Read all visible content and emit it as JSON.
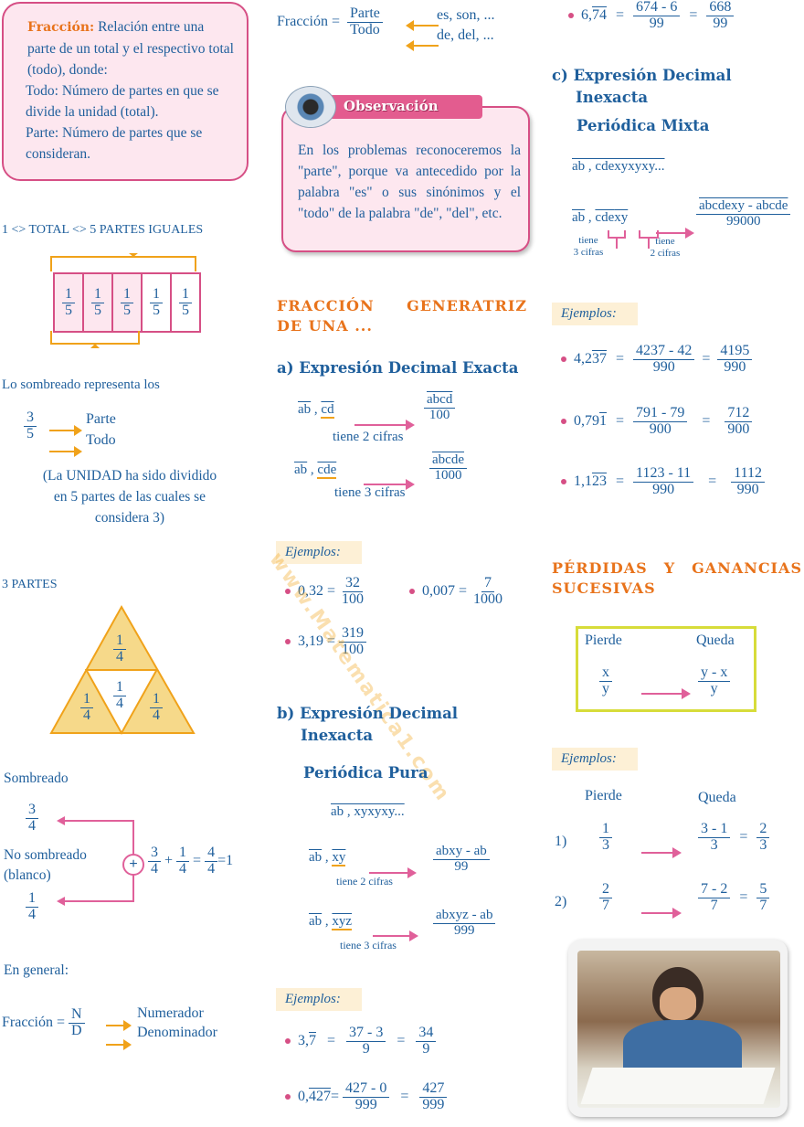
{
  "col1": {
    "definition": {
      "term": "Fracción:",
      "text": " Relación entre una parte de un total y el respectivo total (todo), donde:",
      "todo": "Todo: Número de partes en que se divide la unidad (total).",
      "parte": "Parte: Número de partes que se consideran."
    },
    "total_line": "1 <> TOTAL <> 5 PARTES IGUALES",
    "fifth": {
      "num": "1",
      "den": "5"
    },
    "shaded_caption": "Lo sombreado representa los",
    "shaded_frac": {
      "num": "3",
      "den": "5"
    },
    "parte_label": "Parte",
    "todo_label": "Todo",
    "unidad_note": "(La UNIDAD ha sido dividido en 5 partes de las cuales se considera 3)",
    "tres_partes": "3 PARTES",
    "quarter": {
      "num": "1",
      "den": "4"
    },
    "sombreado": "Sombreado",
    "no_sombreado": "No sombreado (blanco)",
    "sum": {
      "a_num": "3",
      "a_den": "4",
      "b_num": "1",
      "b_den": "4",
      "c_num": "4",
      "c_den": "4",
      "result": "=1",
      "plus": "+",
      "eq": "="
    },
    "three_quarters": {
      "num": "3",
      "den": "4"
    },
    "one_quarter": {
      "num": "1",
      "den": "4"
    },
    "circle_plus": "+",
    "en_general": "En general:",
    "fraccion_eq": "Fracción =",
    "N": "N",
    "D": "D",
    "numerador": "Numerador",
    "denominador": "Denominador"
  },
  "col2": {
    "top": {
      "fraccion_eq": "Fracción =",
      "parte": "Parte",
      "todo": "Todo",
      "es": "es, son, ...",
      "de": "de, del, ..."
    },
    "observacion": {
      "title": "Observación",
      "text": "En los problemas reconoceremos la \"parte\", porque va antecedido por la palabra \"es\" o sus sinónimos y el \"todo\" de la palabra \"de\", \"del\", etc."
    },
    "generatriz_title": "FRACCIÓN GENERATRIZ DE UNA ...",
    "a_title": "a) Expresión Decimal Exacta",
    "a1": {
      "ab": "ab",
      "comma": " , ",
      "cd": "cd",
      "num": "abcd",
      "den": "100",
      "note": "tiene 2 cifras"
    },
    "a2": {
      "ab": "ab",
      "comma": " , ",
      "cd": "cde",
      "num": "abcde",
      "den": "1000",
      "note": "tiene 3 cifras"
    },
    "ejemplos": "Ejemplos:",
    "ex_a1": {
      "lhs": "0,32 =",
      "num": "32",
      "den": "100"
    },
    "ex_a2": {
      "lhs": "0,007 =",
      "num": "7",
      "den": "1000"
    },
    "ex_a3": {
      "lhs": "3,19 =",
      "num": "319",
      "den": "100"
    },
    "watermark": "www.Matematica1.com",
    "b_title1": "b) Expresión Decimal",
    "b_title2": "Inexacta",
    "pura": "Periódica Pura",
    "pura_form": "ab , xyxyxy...",
    "b1": {
      "ab": "ab",
      "comma": " , ",
      "rep": "xy",
      "num": "abxy - ab",
      "den": "99",
      "note": "tiene 2 cifras"
    },
    "b2": {
      "ab": "ab",
      "comma": " , ",
      "rep": "xyz",
      "num": "abxyz - ab",
      "den": "999",
      "note": "tiene 3 cifras"
    },
    "ex_b1": {
      "int": "3,",
      "rep": "7",
      "eq": "=",
      "num1": "37 - 3",
      "den1": "9",
      "num2": "34",
      "den2": "9"
    },
    "ex_b2": {
      "int": "0,",
      "rep": "427",
      "eq": "=",
      "num1": "427 - 0",
      "den1": "999",
      "num2": "427",
      "den2": "999"
    }
  },
  "col3": {
    "ex_top": {
      "int": "6,",
      "rep": "74",
      "eq": "=",
      "num1": "674 - 6",
      "den1": "99",
      "num2": "668",
      "den2": "99"
    },
    "c_title1": "c) Expresión Decimal",
    "c_title2": "Inexacta",
    "mixta": "Periódica Mixta",
    "mixta_form": "ab , cdexyxyxy...",
    "c1": {
      "ab": "ab",
      "comma": " , ",
      "cde": "cde",
      "xy": "xy",
      "num": "abcdexy - abcde",
      "den": "99000",
      "note1a": "tiene",
      "note1b": "3 cifras",
      "note2a": "tiene",
      "note2b": "2 cifras"
    },
    "ejemplos": "Ejemplos:",
    "ex_c1": {
      "int": "4,2",
      "rep": "37",
      "num1": "4237 - 42",
      "den1": "990",
      "num2": "4195",
      "den2": "990"
    },
    "ex_c2": {
      "int": "0,79",
      "rep": "1",
      "num1": "791 - 79",
      "den1": "900",
      "num2": "712",
      "den2": "900"
    },
    "ex_c3": {
      "int": "1,1",
      "rep": "23",
      "num1": "1123 - 11",
      "den1": "990",
      "num2": "1112",
      "den2": "990"
    },
    "eq": "=",
    "perdidas_title": "PÉRDIDAS Y GANANCIAS SUCESIVAS",
    "box": {
      "pierde": "Pierde",
      "queda": "Queda",
      "x": "x",
      "y": "y",
      "yx": "y - x",
      "y2": "y"
    },
    "ex2_pierde": "Pierde",
    "ex2_queda": "Queda",
    "p1": {
      "label": "1)",
      "num": "1",
      "den": "3",
      "qnum": "3 - 1",
      "qden": "3",
      "rnum": "2",
      "rden": "3"
    },
    "p2": {
      "label": "2)",
      "num": "2",
      "den": "7",
      "qnum": "7 - 2",
      "qden": "7",
      "rnum": "5",
      "rden": "7"
    }
  },
  "colors": {
    "blue": "#1f5f9c",
    "orange": "#e8731b",
    "pink": "#d64f85",
    "light_pink": "#fde7ef",
    "light_yellow": "#fdf0d6",
    "triangle": "#f6d98a"
  }
}
